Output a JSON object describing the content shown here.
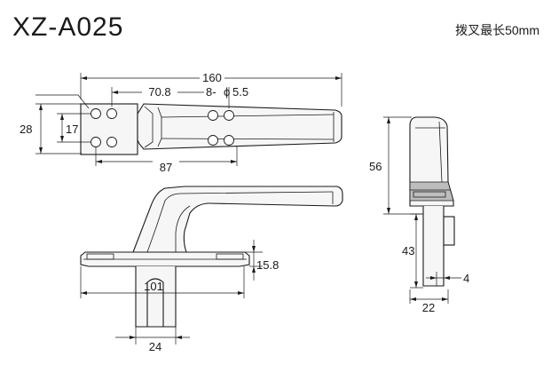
{
  "title": "XZ-A025",
  "note": "拨叉最长50mm",
  "dimensions": {
    "length_total": "160",
    "hole_spacing": "70.8",
    "holes": "8-",
    "hole_dia": "5.5",
    "phi": "ϕ",
    "width_outer": "28",
    "width_inner": "17",
    "base_length": "87",
    "base_height": "15.8",
    "base_width": "101",
    "spindle_width": "24",
    "side_height": "56",
    "side_spindle": "43",
    "side_thickness": "4",
    "side_width": "22"
  }
}
